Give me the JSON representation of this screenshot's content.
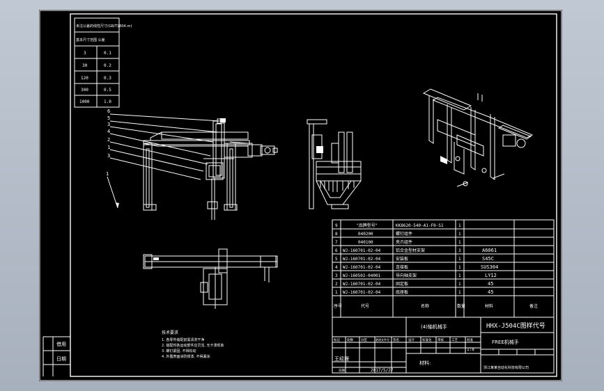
{
  "tolerance_table": {
    "title": "未注公差的线性尺寸(GB/T1804-m)",
    "header": "基本尺寸范围  公差",
    "rows": [
      {
        "range": "3",
        "tol": "0.1"
      },
      {
        "range": "30",
        "tol": "0.2"
      },
      {
        "range": "120",
        "tol": "0.3"
      },
      {
        "range": "300",
        "tol": "0.5"
      },
      {
        "range": "1000",
        "tol": "1.0"
      }
    ]
  },
  "balloons": [
    "6",
    "5",
    "3",
    "4",
    "2",
    "1",
    "3",
    "1"
  ],
  "bom": {
    "top_row": {
      "no": "9",
      "code": "\"品牌型号\"",
      "name": "KK8620-540-A1-F0-S1",
      "qty": "1",
      "mat": ""
    },
    "rows": [
      {
        "no": "8",
        "code": "040200",
        "name": "螺钉组件",
        "qty": "1",
        "mat": ""
      },
      {
        "no": "7",
        "code": "040100",
        "name": "夹爪组件",
        "qty": "1",
        "mat": ""
      },
      {
        "no": "6",
        "code": "WJ-160701-02-04",
        "name": "铝合金型材支架",
        "qty": "3",
        "mat": "A6061"
      },
      {
        "no": "5",
        "code": "WJ-160701-02-04",
        "name": "安装板",
        "qty": "1",
        "mat": "S45C"
      },
      {
        "no": "4",
        "code": "WJ-160701-02-04",
        "name": "连接板",
        "qty": "1",
        "mat": "SUS304"
      },
      {
        "no": "3",
        "code": "WJ-160502-04001",
        "name": "导向轴支架",
        "qty": "1",
        "mat": "LY12"
      },
      {
        "no": "2",
        "code": "WJ-160701-02-04",
        "name": "固定板",
        "qty": "1",
        "mat": "45"
      },
      {
        "no": "1",
        "code": "WJ-160701-02-04",
        "name": "底座板",
        "qty": "1",
        "mat": "45"
      }
    ],
    "header": {
      "no": "序号",
      "code": "代号",
      "name": "名称",
      "qty": "数量",
      "mat": "材料",
      "note": "备注"
    }
  },
  "title_block": {
    "part_label": "(4)轴机械手",
    "drawing_no": "HHX-J504C图样代号",
    "name": "FREE机械手",
    "scale": "1:8",
    "designer": "王经理",
    "date": "2017/5/27",
    "material_label": "材料:",
    "company": "浙江某某自动化科技有限公司",
    "row_labels": [
      "标记",
      "处数",
      "分区",
      "更改文件号",
      "签名",
      "日期"
    ],
    "sign_labels": [
      "设计",
      "标准化",
      "审核",
      "工艺",
      "批准"
    ]
  },
  "notes": {
    "title": "技术要求",
    "lines": [
      "1. 各零件装配前需清洗干净",
      "2. 装配时各运动部件应灵活, 无卡滞现象",
      "3. 螺钉紧固, 不得松动",
      "4. 外露表面涂防锈漆, 不得漏涂"
    ]
  },
  "side_labels": [
    "借用",
    "日期"
  ]
}
